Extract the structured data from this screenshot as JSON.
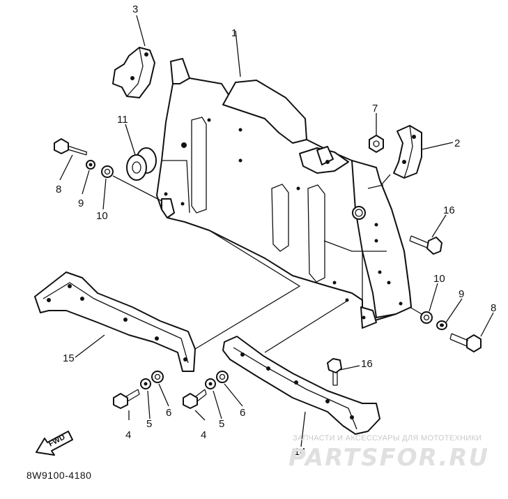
{
  "diagram": {
    "drawing_code": "8W9100-4180",
    "direction_marker": "FWD",
    "watermark": {
      "caption": "ЗАПЧАСТИ И АКСЕССУАРЫ ДЛЯ МОТОТЕХНИКИ",
      "brand": "PARTSFOR.RU"
    },
    "callouts": [
      {
        "id": "c1",
        "label": "1"
      },
      {
        "id": "c2",
        "label": "2"
      },
      {
        "id": "c3",
        "label": "3"
      },
      {
        "id": "c4a",
        "label": "4"
      },
      {
        "id": "c4b",
        "label": "4"
      },
      {
        "id": "c5a",
        "label": "5"
      },
      {
        "id": "c5b",
        "label": "5"
      },
      {
        "id": "c6a",
        "label": "6"
      },
      {
        "id": "c6b",
        "label": "6"
      },
      {
        "id": "c7",
        "label": "7"
      },
      {
        "id": "c8a",
        "label": "8"
      },
      {
        "id": "c8b",
        "label": "8"
      },
      {
        "id": "c9a",
        "label": "9"
      },
      {
        "id": "c9b",
        "label": "9"
      },
      {
        "id": "c10a",
        "label": "10"
      },
      {
        "id": "c10b",
        "label": "10"
      },
      {
        "id": "c11",
        "label": "11"
      },
      {
        "id": "c14",
        "label": "14"
      },
      {
        "id": "c15",
        "label": "15"
      },
      {
        "id": "c16a",
        "label": "16"
      },
      {
        "id": "c16b",
        "label": "16"
      }
    ]
  }
}
